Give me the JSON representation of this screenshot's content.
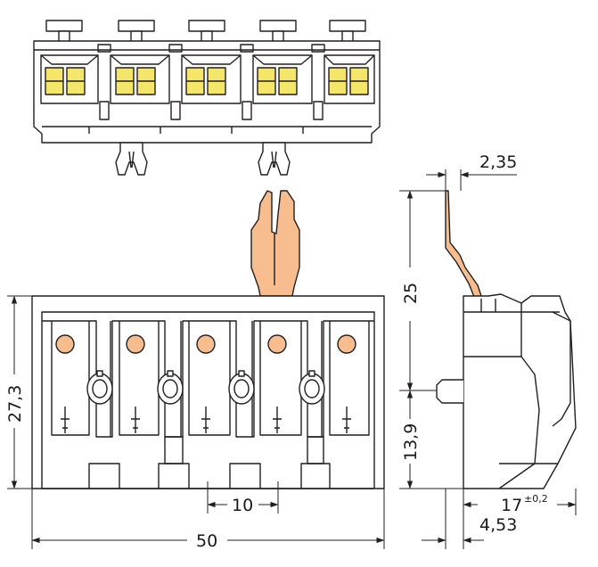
{
  "drawing": {
    "colors": {
      "line": "#231f20",
      "orange": "#f7bd8e",
      "latch": "#f4e66a",
      "fill": "#ffffff"
    },
    "dimensions": {
      "d_2_35": "2,35",
      "d_25": "25",
      "d_27_3": "27,3",
      "d_13_9": "13,9",
      "d_10": "10",
      "d_50": "50",
      "d_17": "17",
      "d_17_tol": "±0,2",
      "d_4_53": "4,53"
    }
  }
}
